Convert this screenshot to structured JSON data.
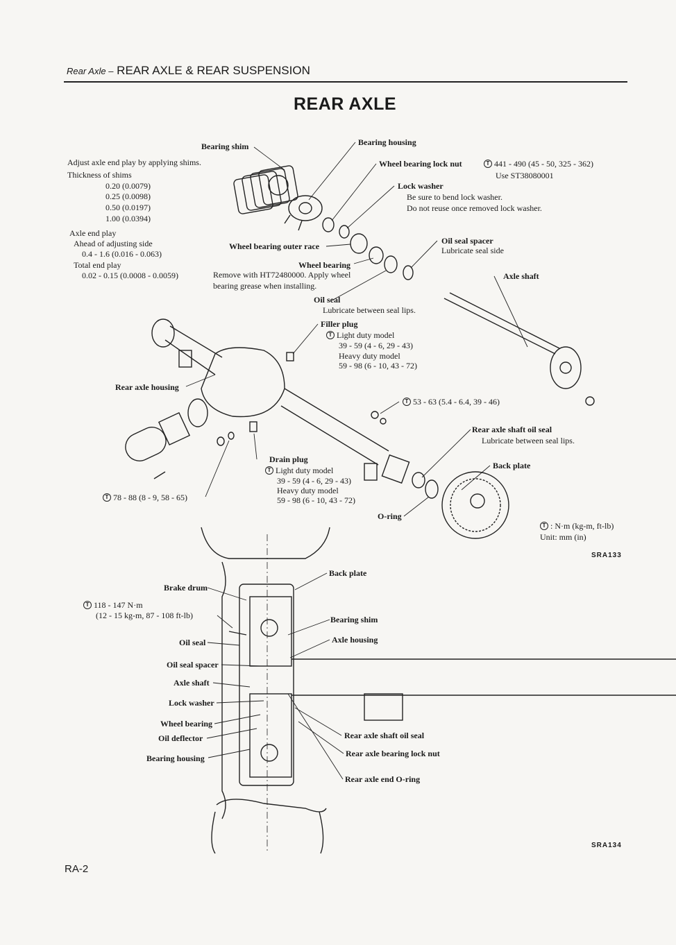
{
  "header": {
    "section": "Rear Axle –",
    "title": "REAR AXLE & REAR SUSPENSION"
  },
  "main_title": "REAR AXLE",
  "torque_symbol": "T",
  "shim_notes": {
    "intro": "Adjust axle end play by applying shims.",
    "thickness_title": "Thickness of shims",
    "thicknesses": [
      "0.20 (0.0079)",
      "0.25 (0.0098)",
      "0.50 (0.0197)",
      "1.00 (0.0394)"
    ],
    "end_play_title": "Axle end play",
    "ahead_label": "Ahead of adjusting side",
    "ahead_value": "0.4 - 1.6 (0.016 - 0.063)",
    "total_label": "Total end play",
    "total_value": "0.02 - 0.15 (0.0008 - 0.0059)"
  },
  "exploded": {
    "bearing_shim": "Bearing shim",
    "bearing_housing": "Bearing housing",
    "wheel_bearing_lock_nut": "Wheel bearing lock nut",
    "lock_nut_torque": "441 - 490 (45 - 50, 325 - 362)",
    "lock_nut_tool": "Use ST38080001",
    "lock_washer": "Lock washer",
    "lock_washer_note1": "Be sure to bend lock washer.",
    "lock_washer_note2": "Do not reuse once removed lock washer.",
    "outer_race": "Wheel bearing outer race",
    "oil_seal_spacer": "Oil seal spacer",
    "oil_seal_spacer_note": "Lubricate seal side",
    "wheel_bearing": "Wheel bearing",
    "wheel_bearing_note1": "Remove with HT72480000.  Apply wheel",
    "wheel_bearing_note2": "bearing grease when installing.",
    "axle_shaft": "Axle shaft",
    "oil_seal": "Oil seal",
    "oil_seal_note": "Lubricate between seal lips.",
    "filler_plug": "Filler plug",
    "light_duty": "Light duty model",
    "light_duty_value": "39 - 59 (4 - 6, 29 - 43)",
    "heavy_duty": "Heavy duty model",
    "heavy_duty_value": "59 - 98 (6 - 10, 43 - 72)",
    "rear_axle_housing": "Rear axle housing",
    "nut_torque": "53 - 63 (5.4 - 6.4, 39 - 46)",
    "shaft_oil_seal": "Rear axle shaft oil seal",
    "shaft_oil_seal_note": "Lubricate between seal lips.",
    "back_plate": "Back plate",
    "drain_plug": "Drain plug",
    "bolt_torque": "78 - 88 (8 - 9, 58 - 65)",
    "o_ring": "O-ring",
    "legend_units": ": N·m (kg-m, ft-lb)",
    "legend_unit": "Unit:  mm (in)",
    "fig_code": "SRA133"
  },
  "section_view": {
    "brake_drum": "Brake drum",
    "back_plate": "Back plate",
    "torque1": "118 - 147 N·m",
    "torque2": "(12 - 15 kg-m, 87 - 108 ft-lb)",
    "bearing_shim": "Bearing shim",
    "oil_seal": "Oil seal",
    "axle_housing": "Axle housing",
    "oil_seal_spacer": "Oil seal spacer",
    "axle_shaft": "Axle shaft",
    "lock_washer": "Lock washer",
    "wheel_bearing": "Wheel bearing",
    "oil_deflector": "Oil deflector",
    "bearing_housing": "Bearing housing",
    "shaft_oil_seal": "Rear axle shaft oil seal",
    "bearing_lock_nut": "Rear axle bearing lock nut",
    "end_o_ring": "Rear axle end O-ring",
    "fig_code": "SRA134"
  },
  "page_number": "RA-2"
}
